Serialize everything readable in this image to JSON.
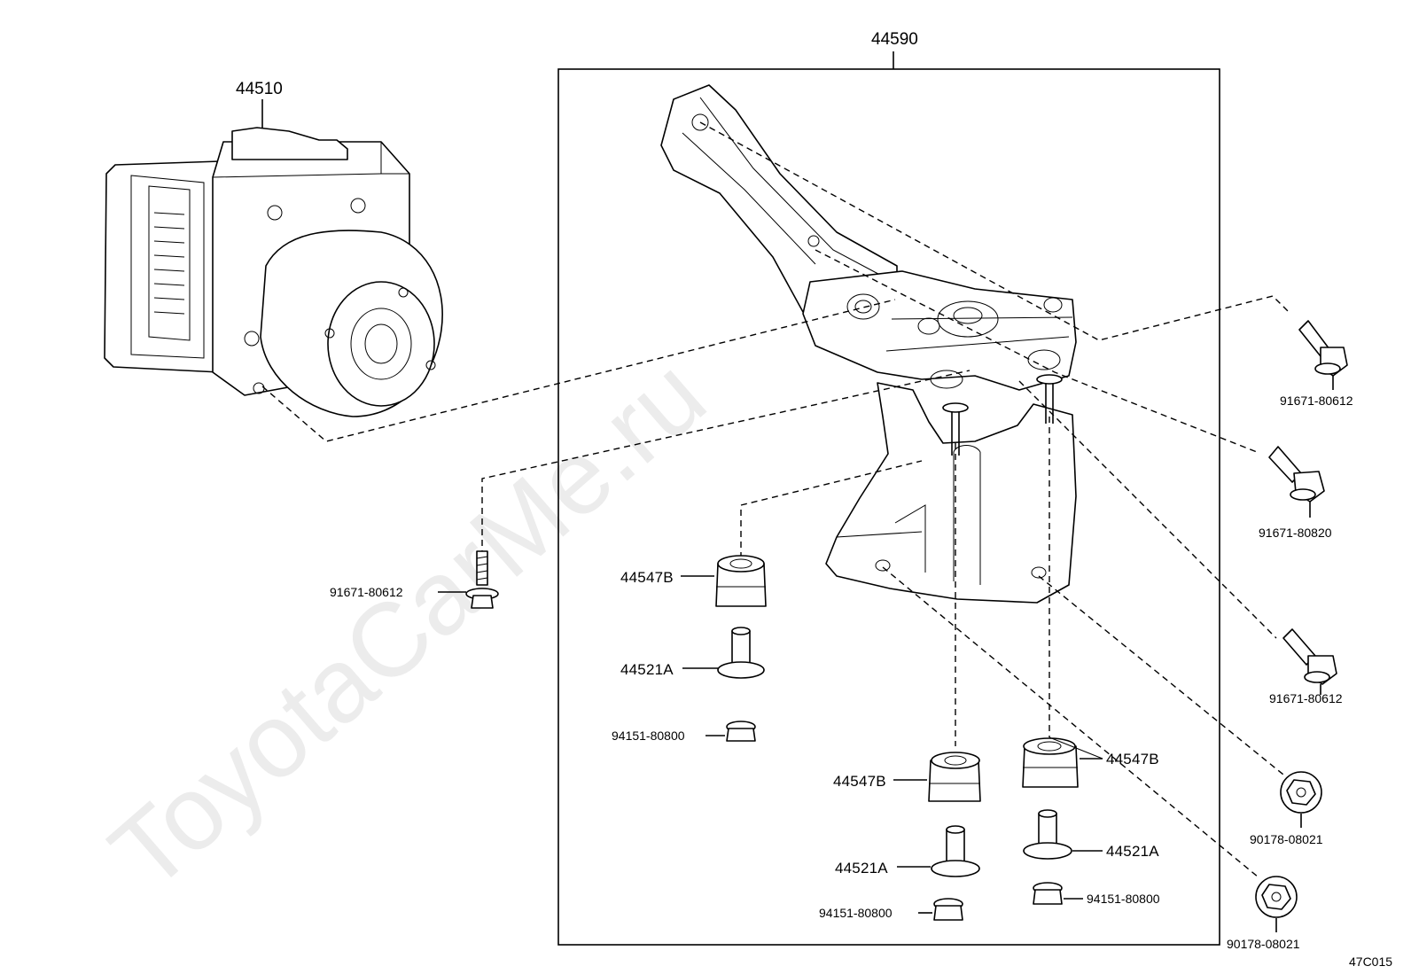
{
  "watermark": "ToyotaCarMe.ru",
  "diagram_code": "47C015",
  "callouts": {
    "actuator": "44510",
    "bracket": "44590",
    "bolt_left": "91671-80612",
    "bolt_right_top": "91671-80612",
    "bolt_right_mid": "91671-80820",
    "bolt_right_low": "91671-80612",
    "nut_right_1": "90178-08021",
    "nut_right_2": "90178-08021",
    "cushion_left": "44547B",
    "collar_left": "44521A",
    "nut_left": "94151-80800",
    "cushion_mid": "44547B",
    "collar_mid": "44521A",
    "nut_mid": "94151-80800",
    "cushion_right": "44547B",
    "collar_right": "44521A",
    "nut_right": "94151-80800"
  }
}
